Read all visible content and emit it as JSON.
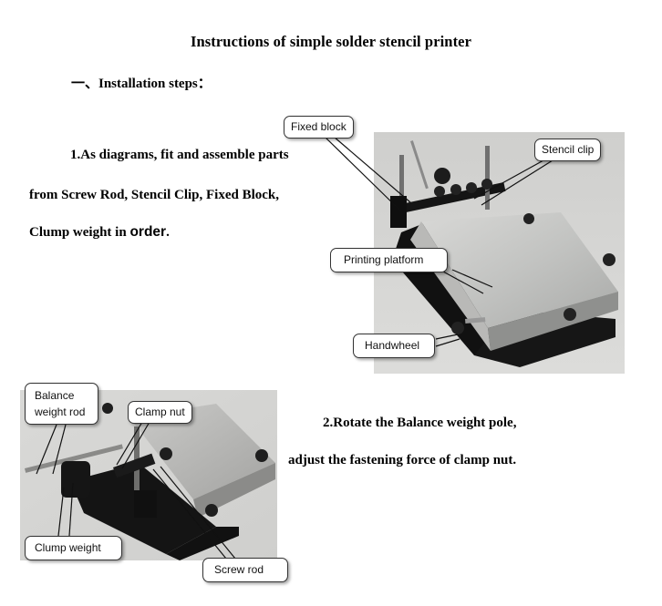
{
  "title": "Instructions of simple solder stencil printer",
  "section_heading": "一、Installation steps：",
  "step1": {
    "line1": "1.As diagrams, fit and assemble parts",
    "line2": "from Screw Rod, Stencil Clip, Fixed Block,",
    "line3_serif": "Clump weight in ",
    "line3_sans": "order",
    "line3_end": "."
  },
  "step2": {
    "line1": "2.Rotate the Balance weight pole,",
    "line2": "adjust the fastening force of clamp nut."
  },
  "photo1_callouts": {
    "fixed_block": "Fixed block",
    "stencil_clip": "Stencil clip",
    "printing_platform": "Printing platform",
    "handwheel": "Handwheel"
  },
  "photo2_callouts": {
    "balance_weight_rod": "Balance\nweight rod",
    "clamp_nut": "Clamp nut",
    "clump_weight": "Clump weight",
    "screw_rod": "Screw rod"
  },
  "colors": {
    "text": "#000000",
    "callout_border": "#333333"
  }
}
